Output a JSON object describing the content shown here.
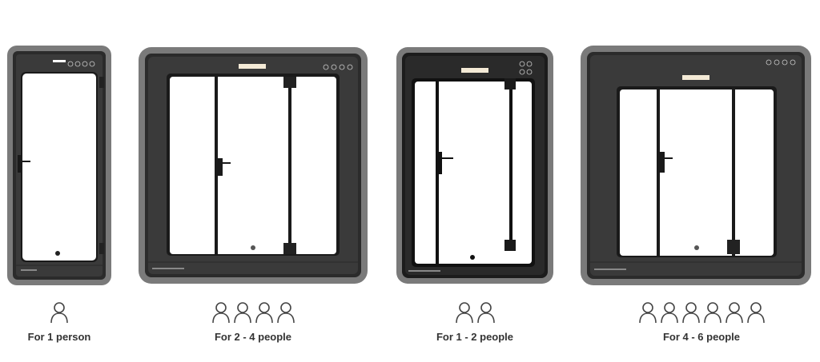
{
  "products": [
    {
      "label": "For 1 person",
      "people": 1,
      "icon": "person-icon"
    },
    {
      "label": "For 2 - 4 people",
      "people": 4,
      "icon": "person-icon"
    },
    {
      "label": "For 1 - 2 people",
      "people": 2,
      "icon": "person-icon"
    },
    {
      "label": "For 4 - 6 people",
      "people": 6,
      "icon": "person-icon"
    }
  ],
  "colors": {
    "frame": "#7a7a7a",
    "frame_dark": "#1c1c1c",
    "panel": "#3a3a3a",
    "glass": "#ffffff",
    "text": "#333333",
    "icon_stroke": "#444444"
  }
}
